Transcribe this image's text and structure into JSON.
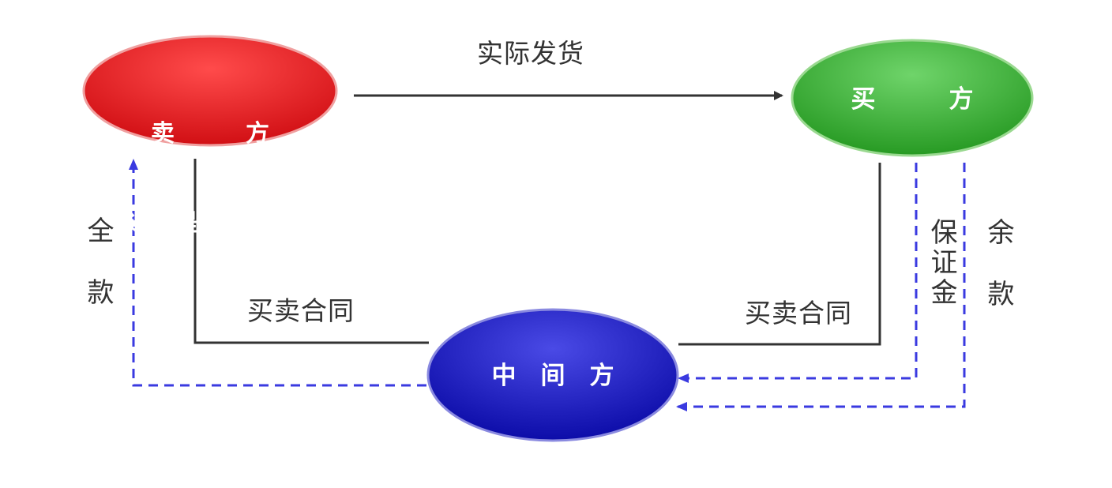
{
  "nodes": {
    "seller": {
      "line1": "卖　　　方",
      "line2": "（通常是生产企业）",
      "color": "#e8262a"
    },
    "buyer": {
      "label": "买　　　方",
      "color": "#3aaa35"
    },
    "middle": {
      "label": "中　间　方",
      "color": "#1f1fc8"
    }
  },
  "edges": {
    "shipping": "实际发货",
    "contract_left": "买卖合同",
    "contract_right": "买卖合同",
    "full_payment": "全款",
    "deposit": "保证金",
    "balance": "余款"
  },
  "colors": {
    "solid_line": "#333333",
    "dashed_line": "#3a3ae0"
  }
}
